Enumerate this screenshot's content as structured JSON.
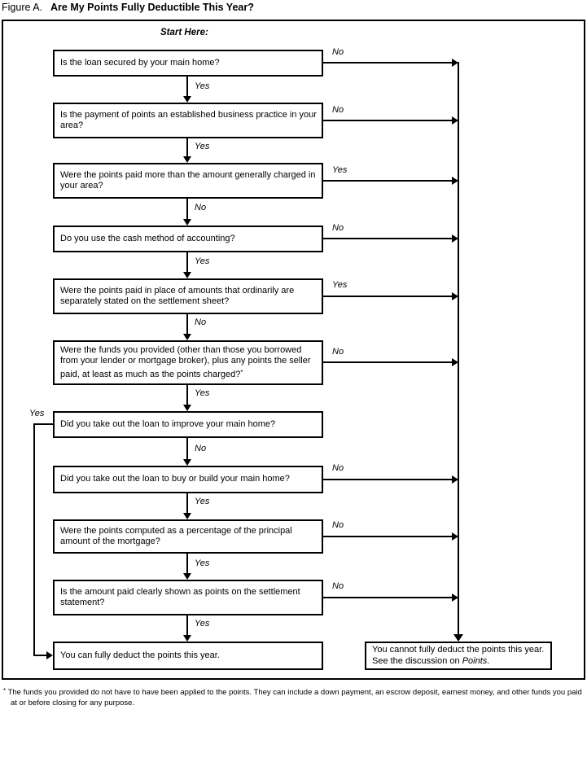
{
  "title": {
    "prefix": "Figure A.",
    "main": "Are My Points Fully Deductible This Year?"
  },
  "start_here": "Start Here:",
  "questions": [
    {
      "text": "Is the loan secured by your main home?",
      "side": "No",
      "down": "Yes"
    },
    {
      "text": "Is the payment of points an established business practice in your area?",
      "side": "No",
      "down": "Yes"
    },
    {
      "text": "Were the points paid more than the amount generally charged in your area?",
      "side": "Yes",
      "down": "No"
    },
    {
      "text": "Do you use the cash method of accounting?",
      "side": "No",
      "down": "Yes"
    },
    {
      "text": "Were the points paid in place of amounts that ordinarily are separately stated on the settlement sheet?",
      "side": "Yes",
      "down": "No"
    },
    {
      "text": "Were the funds you provided (other than those you borrowed from your lender or mortgage broker), plus any points the seller paid, at least as much as the points charged?",
      "marker": "*",
      "side": "No",
      "down": "Yes"
    },
    {
      "text": "Did you take out the loan to improve your main home?",
      "side": "Yes",
      "down": "No"
    },
    {
      "text": "Did you take out the loan to buy or build your main home?",
      "side": "No",
      "down": "Yes"
    },
    {
      "text": "Were the points computed as a percentage of the principal amount of the mortgage?",
      "side": "No",
      "down": "Yes"
    },
    {
      "text": "Is the amount paid clearly shown as points on the settlement statement?",
      "side": "No",
      "down": "Yes"
    }
  ],
  "results": {
    "can_deduct": "You can fully deduct the points this year.",
    "cannot_pre": "You cannot fully deduct the points this year. See the discussion on ",
    "cannot_italic": "Points",
    "cannot_post": "."
  },
  "footnote": {
    "marker": "*",
    "text": "The funds you provided do not have to have been applied to the points. They can include a down payment, an escrow deposit, earnest money, and other funds you paid at or before closing for any purpose."
  }
}
